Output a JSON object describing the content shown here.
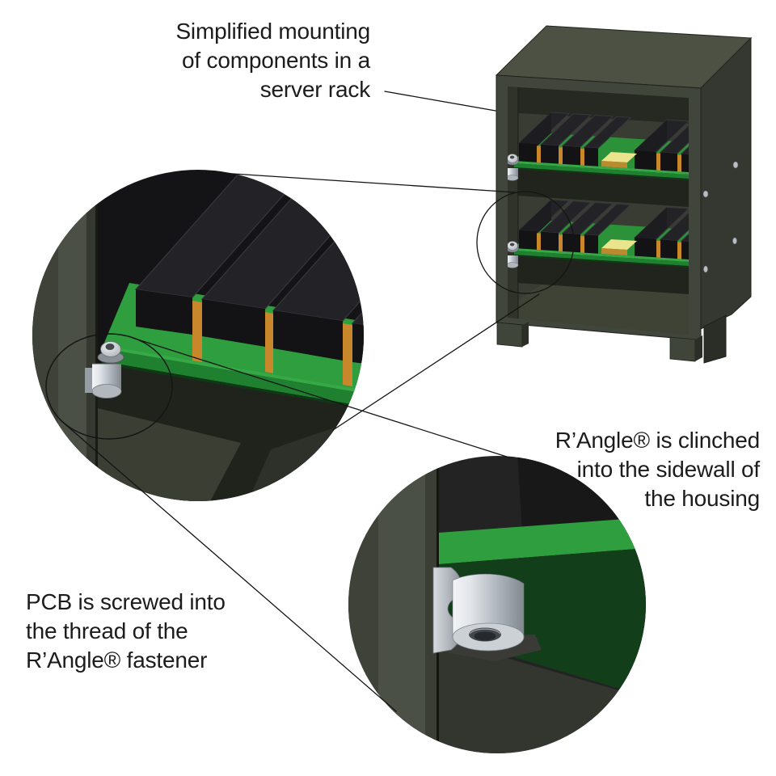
{
  "captions": {
    "rack": {
      "lines": [
        "Simplified mounting",
        "of components in a",
        "server rack"
      ]
    },
    "clinch": {
      "lines": [
        "R’Angle® is clinched",
        "into the sidewall of",
        "the housing"
      ]
    },
    "screw": {
      "lines": [
        "PCB is screwed into",
        "the thread of the",
        "R’Angle® fastener"
      ]
    }
  },
  "colors": {
    "background": "#ffffff",
    "text": "#1c1c1c",
    "annotation_line": "#141414",
    "cabinet_front": "#41463c",
    "cabinet_top": "#4c5144",
    "cabinet_side": "#343830",
    "interior_back": "#383c32",
    "pcb_green": "#2f9e3e",
    "pcb_green_edge": "#1f8030",
    "pcb_green_underside": "#123e1a",
    "component_black": "#141417",
    "separator_orange": "#c8872b",
    "pad_yellow": "#eae48c",
    "fastener_metal": "#c7ccd1"
  }
}
